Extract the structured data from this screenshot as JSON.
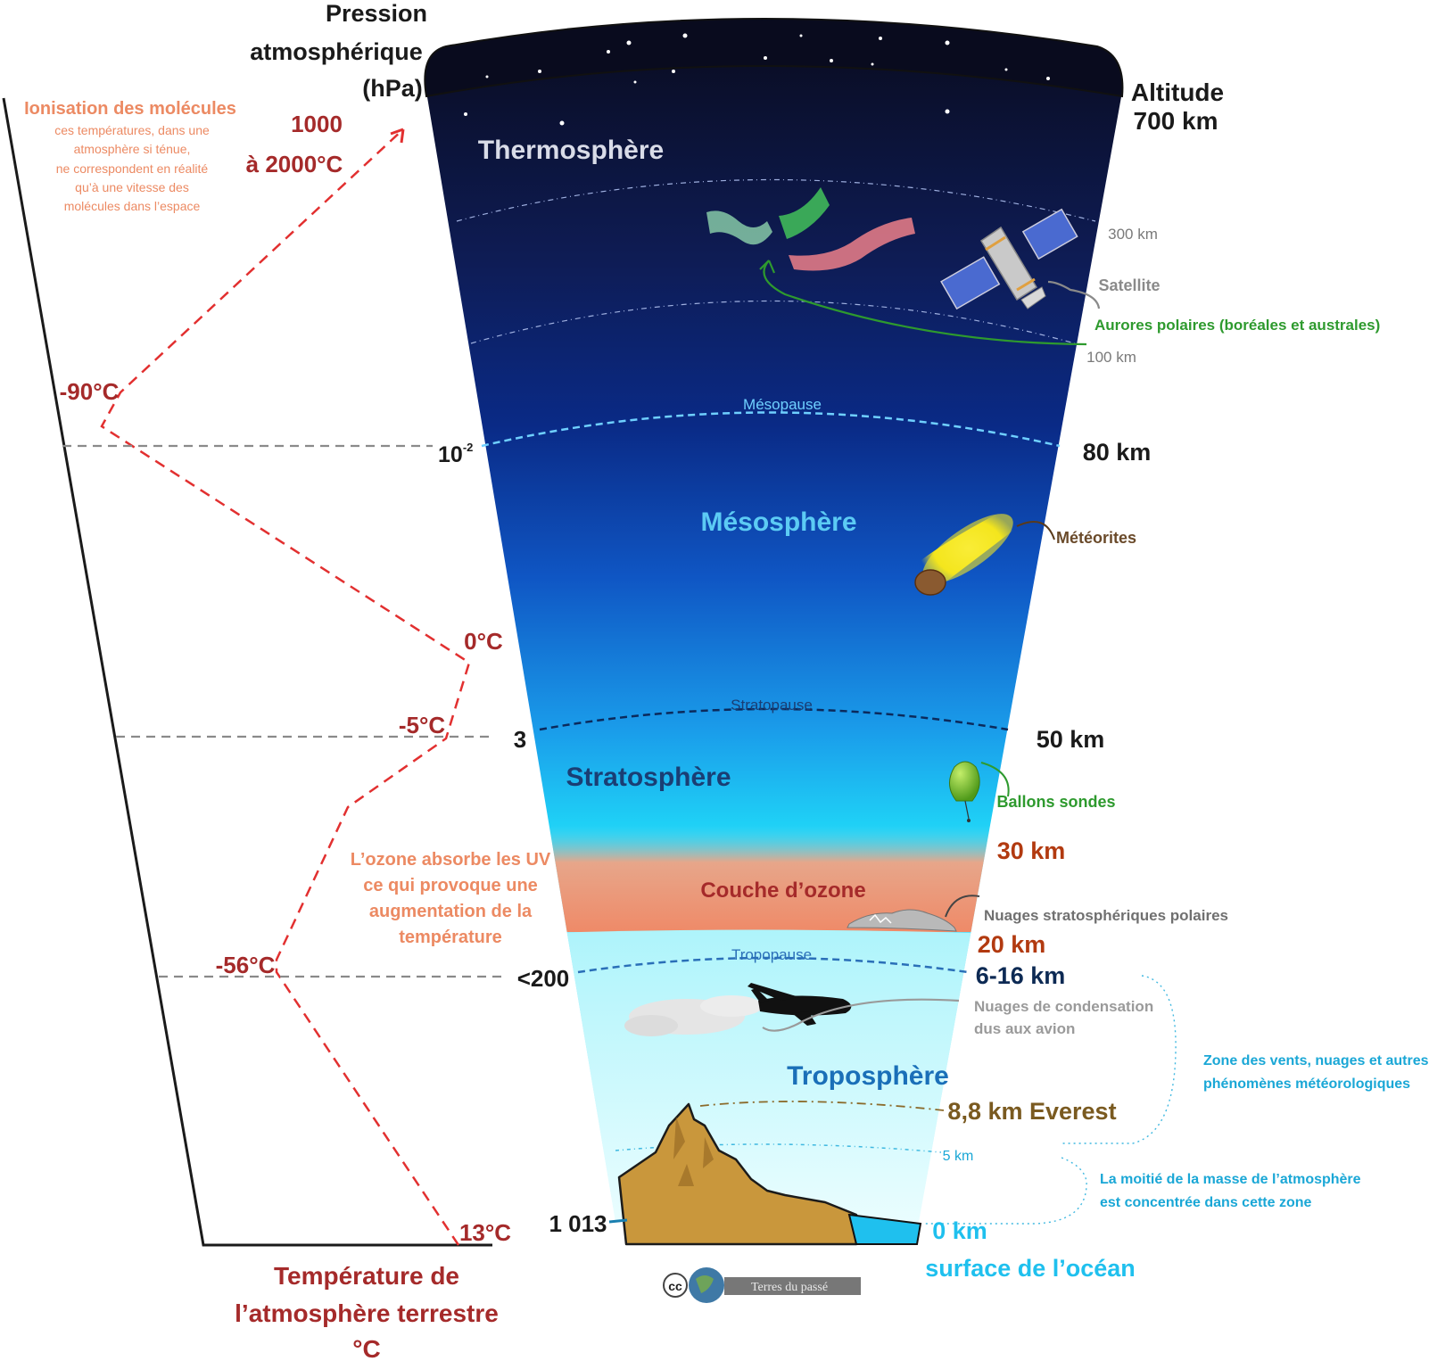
{
  "axes": {
    "pressure_title_line1": "Pression",
    "pressure_title_line2": "atmosphérique",
    "pressure_title_line3": "(hPa)",
    "altitude_title": "Altitude",
    "temperature_title_line1": "Température de",
    "temperature_title_line2": "l’atmosphère terrestre",
    "temperature_title_line3": "°C"
  },
  "layers": {
    "thermosphere": "Thermosphère",
    "mesosphere": "Mésosphère",
    "stratosphere": "Stratosphère",
    "ozone_layer": "Couche d’ozone",
    "troposphere": "Troposphère"
  },
  "pauses": {
    "mesopause": "Mésopause",
    "stratopause": "Stratopause",
    "tropopause": "Tropopause"
  },
  "altitudes": {
    "top": "700 km",
    "km300": "300 km",
    "km100": "100 km",
    "km80": "80 km",
    "km50": "50 km",
    "km30": "30 km",
    "km20": "20 km",
    "km6_16": "6-16 km",
    "everest": "8,8 km Everest",
    "km5": "5 km",
    "km0": "0 km",
    "ocean_surface": "surface de l’océan"
  },
  "pressures": {
    "p_meso_base": "10",
    "p_meso_exp": "-2",
    "p_strato": "3",
    "p_tropo": "<200",
    "p_surface": "1 013"
  },
  "temperatures": {
    "t_top_line1": "1000",
    "t_top_line2": "à 2000°C",
    "t_mesopause": "-90°C",
    "t_stratopause_0": "0°C",
    "t_stratopause_5": "-5°C",
    "t_tropopause": "-56°C",
    "t_surface": "13°C"
  },
  "notes": {
    "ionisation_title": "Ionisation des molécules",
    "ionisation_l1": "ces températures, dans une",
    "ionisation_l2": "atmosphère si ténue,",
    "ionisation_l3": "ne correspondent en réalité",
    "ionisation_l4": "qu’à une vitesse des",
    "ionisation_l5": "molécules dans l’espace",
    "ozone_l1": "L’ozone absorbe les UV",
    "ozone_l2": "ce qui provoque une",
    "ozone_l3": "augmentation de la",
    "ozone_l4": "température",
    "winds_l1": "Zone des vents, nuages et autres",
    "winds_l2": "phénomènes météorologiques",
    "mass_l1": "La moitié de la masse de l’atmosphère",
    "mass_l2": "est concentrée dans cette zone"
  },
  "objects": {
    "satellite": "Satellite",
    "aurora": "Aurores polaires (boréales et australes)",
    "meteorites": "Météorites",
    "balloons": "Ballons sondes",
    "polar_clouds": "Nuages stratosphériques polaires",
    "contrails_l1": "Nuages de condensation",
    "contrails_l2": "dus aux avion"
  },
  "credit": {
    "cc": "cc",
    "site": "Terres du passé"
  },
  "colors": {
    "temperature_red": "#a52a2a",
    "dash_red": "#e23030",
    "note_salmon": "#ec8a63",
    "ozone_brown": "#b23a10",
    "aurora_green": "#2e9a2e",
    "cyan": "#1aa7d6",
    "mountain": "#c9973c",
    "space_top": "#0a0d24",
    "sky_low": "#e8fcff"
  }
}
